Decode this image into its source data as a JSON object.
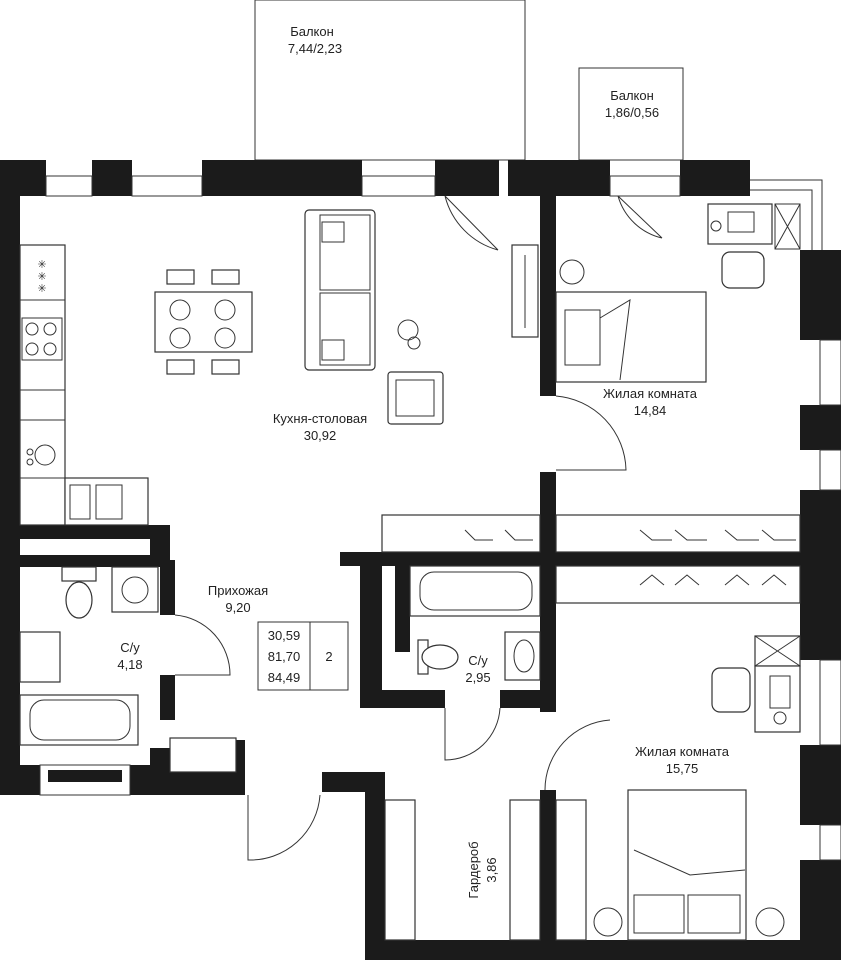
{
  "rooms": {
    "balcony_1": {
      "name": "Балкон",
      "area": "7,44/2,23"
    },
    "balcony_2": {
      "name": "Балкон",
      "area": "1,86/0,56"
    },
    "kitchen": {
      "name": "Кухня-столовая",
      "area": "30,92"
    },
    "bedroom_1": {
      "name": "Жилая комната",
      "area": "14,84"
    },
    "hall": {
      "name": "Прихожая",
      "area": "9,20"
    },
    "bath_1": {
      "name": "С/у",
      "area": "4,18"
    },
    "bath_2": {
      "name": "С/у",
      "area": "2,95"
    },
    "bedroom_2": {
      "name": "Жилая комната",
      "area": "15,75"
    },
    "wardrobe": {
      "name": "Гардероб",
      "area": "3,86"
    }
  },
  "summary": {
    "living_area": "30,59",
    "total_area": "81,70",
    "total_with_balconies": "84,49",
    "rooms_count": "2"
  },
  "icons": [
    "stove-icon",
    "sink-icon",
    "dining-table-icon",
    "sofa-icon",
    "armchair-icon",
    "tv-icon",
    "bed-icon",
    "desk-icon",
    "bathtub-icon",
    "toilet-icon",
    "washing-machine-icon",
    "hanger-icon"
  ],
  "colors": {
    "wall": "#1b1b1b",
    "line": "#333333",
    "background": "#ffffff"
  }
}
